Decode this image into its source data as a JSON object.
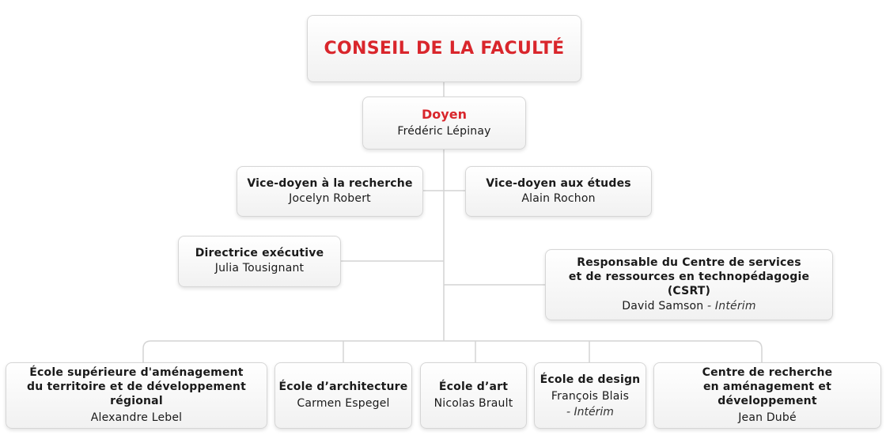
{
  "colors": {
    "accent": "#d9262c",
    "line": "#d4d4d4"
  },
  "council": {
    "title": "CONSEIL DE LA FACULTÉ"
  },
  "dean": {
    "title": "Doyen",
    "name": "Frédéric Lépinay"
  },
  "vp_research": {
    "title": "Vice-doyen à la recherche",
    "name": "Jocelyn Robert"
  },
  "vp_studies": {
    "title": "Vice-doyen aux études",
    "name": "Alain Rochon"
  },
  "exec_director": {
    "title": "Directrice exécutive",
    "name": "Julia Tousignant"
  },
  "csrt": {
    "title": "Responsable du Centre de services\net de ressources en technopédagogie (CSRT)",
    "name": "David Samson",
    "note": " - Intérim"
  },
  "units": [
    {
      "title": "École supérieure d'aménagement\ndu territoire et de développement régional",
      "name": "Alexandre Lebel",
      "note": ""
    },
    {
      "title": "École d’architecture",
      "name": "Carmen Espegel",
      "note": ""
    },
    {
      "title": "École d’art",
      "name": "Nicolas Brault",
      "note": ""
    },
    {
      "title": "École de design",
      "name": "François Blais",
      "note": "- Intérim"
    },
    {
      "title": "Centre de recherche\nen aménagement et développement",
      "name": "Jean Dubé",
      "note": ""
    }
  ]
}
